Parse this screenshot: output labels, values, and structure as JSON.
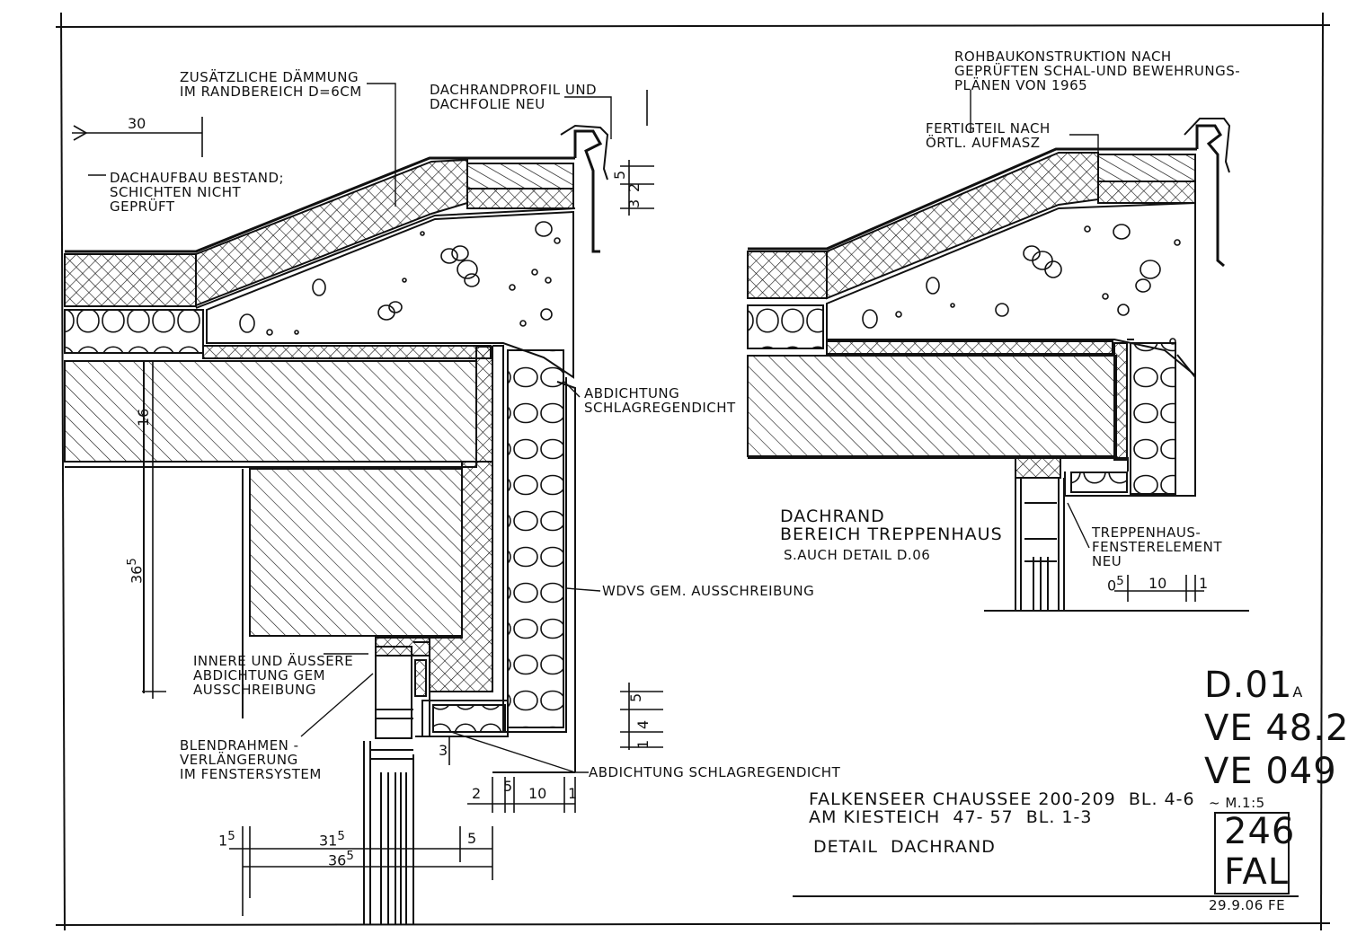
{
  "labels": {
    "daemmung": "ZUSÄTZLICHE DÄMMUNG\nIM RANDBEREICH D=6CM",
    "dachrandprofil": "DACHRANDPROFIL UND\nDACHFOLIE NEU",
    "dachaufbau": "DACHAUFBAU BESTAND;\nSCHICHTEN NICHT\nGEPRÜFT",
    "abdichtung_top": "ABDICHTUNG\nSCHLAGREGENDICHT",
    "wdvs": "WDVS GEM. AUSSCHREIBUNG",
    "innere": "INNERE UND ÄUSSERE\nABDICHTUNG GEM\nAUSSCHREIBUNG",
    "blendrahmen": "BLENDRAHMEN -\nVERLÄNGERUNG\nIM FENSTERSYSTEM",
    "abdichtung_bottom": "ABDICHTUNG SCHLAGREGENDICHT",
    "rohbau": "ROHBAUKONSTRUKTION NACH\nGEPRÜFTEN SCHAL-UND BEWEHRUNGS-\nPLÄNEN VON 1965",
    "fertigteil": "FERTIGTEIL NACH\nÖRTL. AUFMASZ",
    "dachrand_title": "DACHRAND\nBEREICH TREPPENHAUS",
    "siehe": "S.AUCH DETAIL D.06",
    "treppenhaus": "TREPPENHAUS-\nFENSTERELEMENT\nNEU",
    "address": "FALKENSEER CHAUSSEE 200-209  BL. 4-6\nAM KIESTEICH  47- 57  BL. 1-3",
    "detail": "DETAIL  DACHRAND",
    "code1": "D.01",
    "code1_suffix": "A",
    "code2": "VE 48.2",
    "code3": "VE 049",
    "scale": "~ M.1:5",
    "num": "246",
    "fal": "FAL",
    "date": "29.9.06 FE"
  },
  "dims": {
    "d30": "30",
    "d16": "16",
    "d36": "36",
    "d36sup": "5",
    "d5a": "5",
    "d2": "2",
    "d3a": "3",
    "d5b": "5",
    "d4": "4",
    "d1a": "1",
    "d3b": "3",
    "d2b": "2",
    "d5c": "5",
    "d10": "10",
    "d1b": "1",
    "d1_5": "1",
    "d1_5sup": "5",
    "d31": "31",
    "d31sup": "5",
    "d5d": "5",
    "d36b": "36",
    "d36bsup": "5",
    "d0": "0",
    "d0sup": "5",
    "d10b": "10",
    "d1c": "1"
  }
}
